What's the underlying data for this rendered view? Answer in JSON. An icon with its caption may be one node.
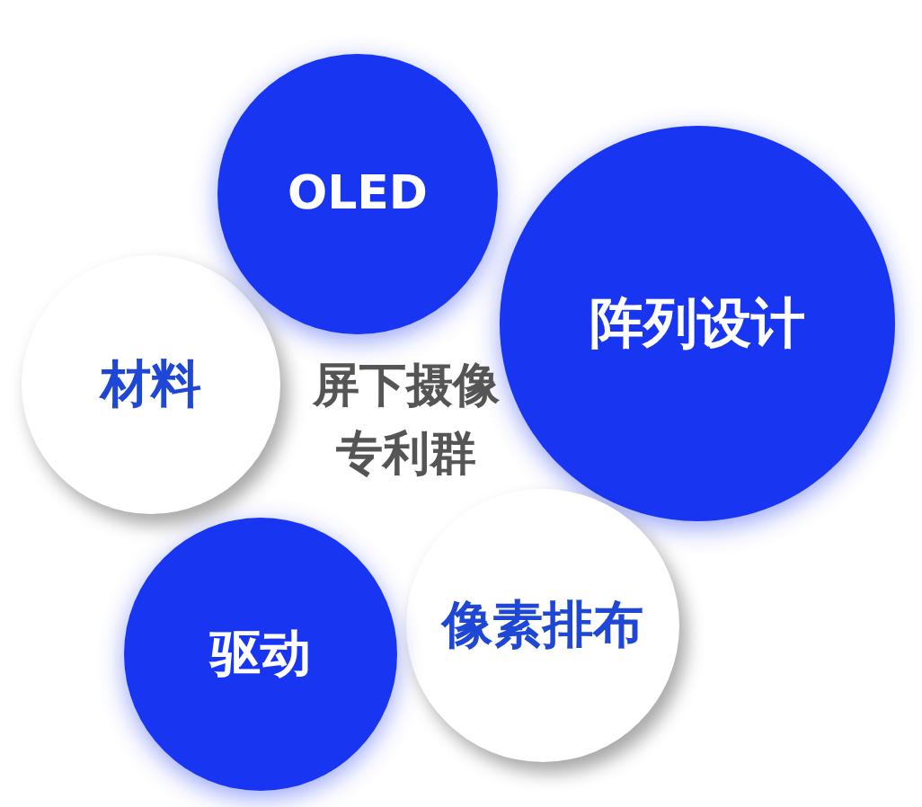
{
  "diagram": {
    "nodes": [
      {
        "text": [
          "OLED"
        ]
      },
      {
        "text": [
          "阵列设计"
        ]
      },
      {
        "text": [
          "材料"
        ]
      },
      {
        "text": [
          "驱动"
        ]
      },
      {
        "text": [
          "像素排布"
        ]
      }
    ],
    "labels": [
      "屏下摄像专利群"
    ]
  }
}
